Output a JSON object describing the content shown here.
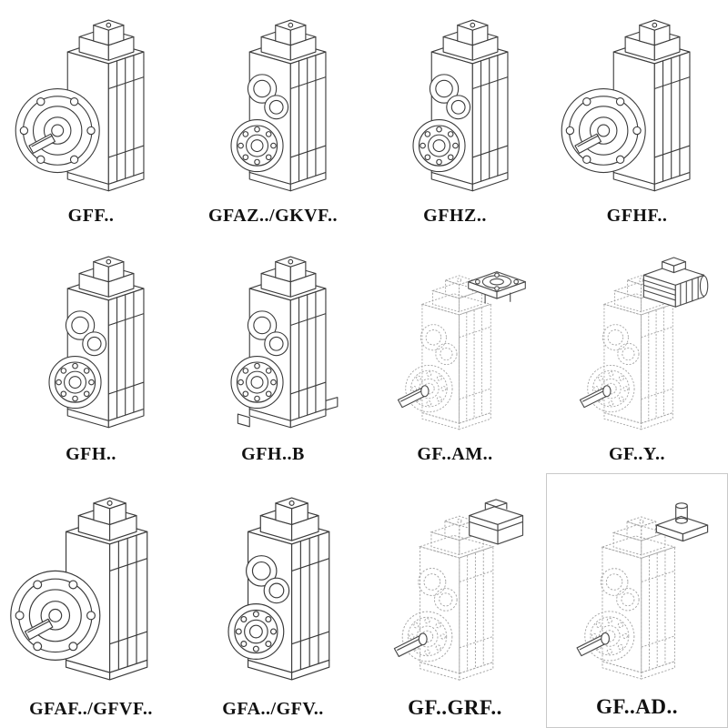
{
  "document": {
    "kind": "gear-unit-catalog-sheet"
  },
  "colors": {
    "background": "#ffffff",
    "line": "#3b3b3b",
    "phantom_line": "#a6a6a6",
    "attachment_line": "#4a4a4a",
    "label_text": "#111111",
    "box_border": "#c9c9c9"
  },
  "catalog": {
    "rows": 3,
    "columns": 4,
    "items": [
      {
        "label": "GFF..",
        "variant": "flange-output",
        "drawing": "parallel-shaft-gearbox-output-flange"
      },
      {
        "label": "GFAZ../GKVF..",
        "variant": "hollow-bore",
        "drawing": "parallel-shaft-gearbox-hollow-shaft"
      },
      {
        "label": "GFHZ..",
        "variant": "hollow-bore",
        "drawing": "parallel-shaft-gearbox-hollow-shaft"
      },
      {
        "label": "GFHF..",
        "variant": "flange-output",
        "drawing": "parallel-shaft-gearbox-output-flange"
      },
      {
        "label": "GFH..",
        "variant": "hollow-bore",
        "drawing": "parallel-shaft-gearbox-hollow-shaft"
      },
      {
        "label": "GFH..B",
        "variant": "hollow-bore-foot",
        "drawing": "parallel-shaft-gearbox-hollow-shaft-foot-mounted"
      },
      {
        "label": "GF..AM..",
        "variant": "phantom-input-flange",
        "drawing": "phantom-gearbox-with-motor-adapter-flange"
      },
      {
        "label": "GF..Y..",
        "variant": "phantom-motor",
        "drawing": "phantom-gearbox-with-mounted-motor"
      },
      {
        "label": "GFAF../GFVF..",
        "variant": "flange-output",
        "drawing": "parallel-shaft-gearbox-output-flange"
      },
      {
        "label": "GFA../GFV..",
        "variant": "hollow-bore",
        "drawing": "parallel-shaft-gearbox-hollow-shaft"
      },
      {
        "label": "GF..GRF..",
        "variant": "phantom-adapter-box",
        "drawing": "phantom-gearbox-with-adapter-housing"
      },
      {
        "label": "GF..AD..",
        "variant": "phantom-input-shaft",
        "drawing": "phantom-gearbox-with-input-shaft-adapter",
        "boxed": true
      }
    ]
  }
}
